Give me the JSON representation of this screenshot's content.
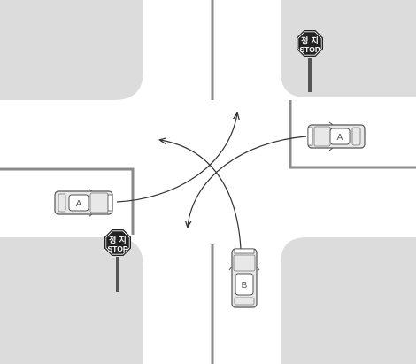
{
  "colors": {
    "block": "#dcdcdc",
    "road": "#ffffff",
    "line": "#8a8a8a",
    "arrow": "#333333",
    "sign": "#222222"
  },
  "signs": {
    "top_korean": "정 지",
    "top_english": "STOP",
    "bottom_korean": "정 지",
    "bottom_english": "STOP"
  },
  "vehicles": {
    "left_car_label": "A",
    "right_car_label": "A",
    "bottom_car_label": "B"
  }
}
